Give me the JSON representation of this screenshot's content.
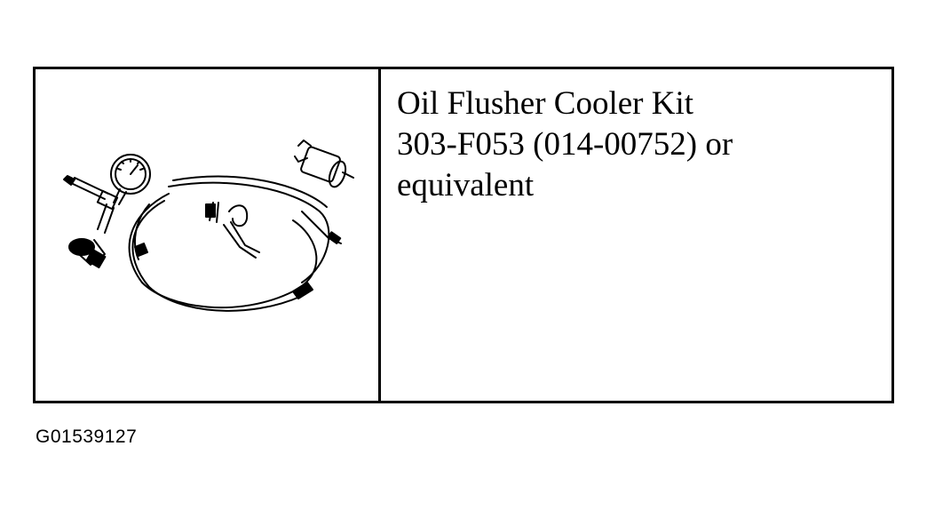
{
  "tool": {
    "illustration": "oil-flusher-cooler-kit-illustration",
    "description_lines": [
      "Oil Flusher Cooler Kit",
      "303-F053 (014-00752) or",
      "equivalent"
    ]
  },
  "figure_id": "G01539127"
}
